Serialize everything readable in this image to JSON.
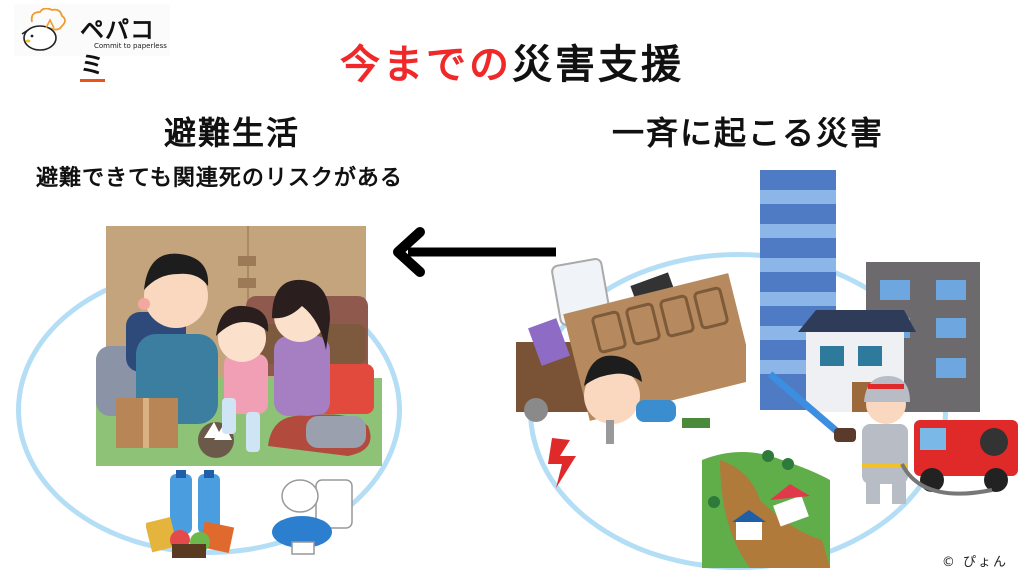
{
  "logo": {
    "name": "ペパコミ",
    "name_main": "ペパコ",
    "name_accent": "ミ",
    "tagline": "Commit to paperless",
    "accent_color": "#e8541c"
  },
  "slide": {
    "title_red": "今までの",
    "title_black": "災害支援",
    "title_red_color": "#f0282a"
  },
  "left": {
    "heading": "避難生活",
    "subtext": "避難できても関連死のリスクがある",
    "illustrations": [
      "evacuation-family-illustration",
      "emergency-supplies-illustration",
      "portable-toilet-illustration"
    ]
  },
  "right": {
    "heading": "一斉に起こる災害",
    "illustrations": [
      "earthquake-trapped-person-illustration",
      "collapsing-buildings-illustration",
      "firefighter-fire-truck-illustration",
      "landslide-illustration"
    ]
  },
  "arrow": {
    "direction": "left",
    "icon": "left-arrow-icon"
  },
  "ellipse_color": "#b4def5",
  "credit": "© ぴょん"
}
